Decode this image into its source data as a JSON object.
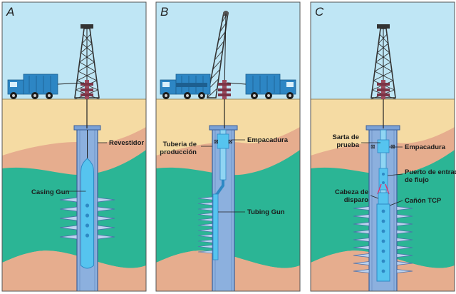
{
  "colors": {
    "sky": "#bfe6f5",
    "soil": "#f5dba3",
    "rock": "#e6ad8e",
    "reservoir": "#2bb595",
    "casing": "#8cb0de",
    "casing_edge": "#3a5f9a",
    "tool": "#56c4ef",
    "tool_dark": "#2e89c4",
    "truck": "#2d86c4",
    "rig": "#333333",
    "arrow": "#e0336f"
  },
  "panels": [
    {
      "letter": "A",
      "callouts": {
        "casing": "Revestidor",
        "gun": "Casing Gun"
      }
    },
    {
      "letter": "B",
      "callouts": {
        "tubing": "Tuberia de\nproducción",
        "packer": "Empacadura",
        "gun": "Tubing Gun"
      }
    },
    {
      "letter": "C",
      "callouts": {
        "string": "Sarta de\nprueba",
        "packer": "Empacadura",
        "port": "Puerto de entrada\nde flujo",
        "head": "Cabeza de\ndisparo",
        "gun": "Cañón TCP"
      }
    }
  ]
}
